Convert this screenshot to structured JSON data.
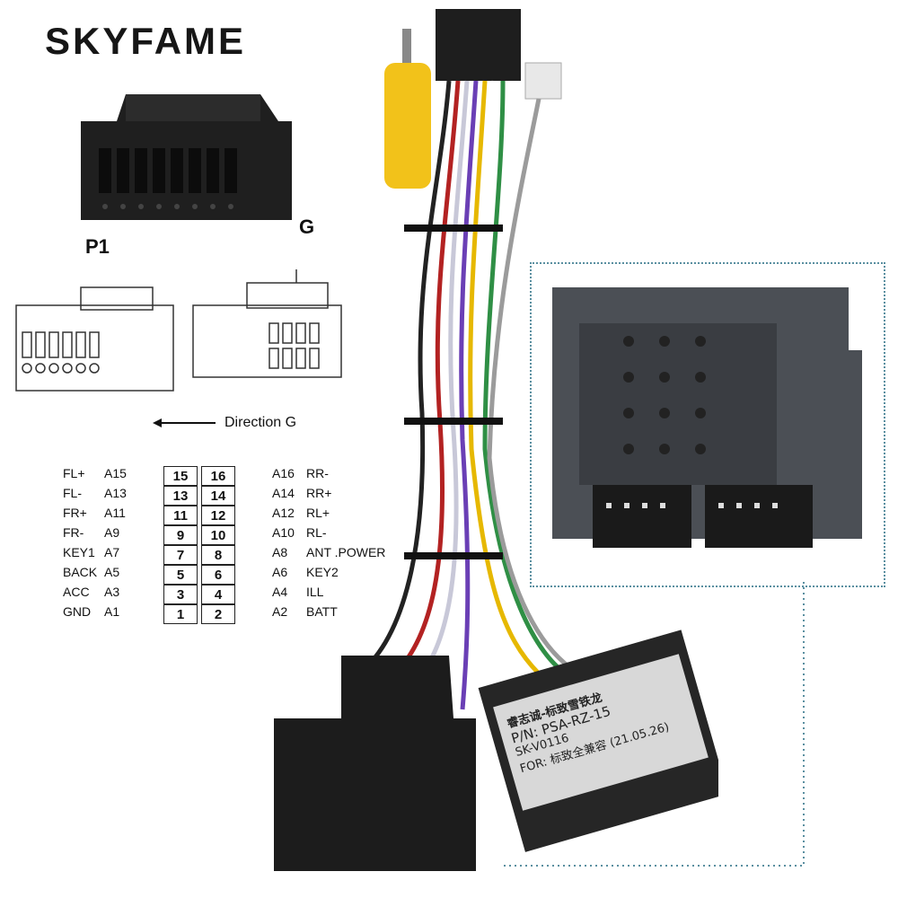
{
  "brand": "SKYFAME",
  "labels": {
    "p1": "P1",
    "g": "G",
    "direction": "Direction G"
  },
  "pinout": {
    "left": [
      {
        "name": "FL+",
        "code": "A15"
      },
      {
        "name": "FL-",
        "code": "A13"
      },
      {
        "name": "FR+",
        "code": "A11"
      },
      {
        "name": "FR-",
        "code": "A9"
      },
      {
        "name": "KEY1",
        "code": "A7"
      },
      {
        "name": "BACK",
        "code": "A5"
      },
      {
        "name": "ACC",
        "code": "A3"
      },
      {
        "name": "GND",
        "code": "A1"
      }
    ],
    "pins": [
      [
        "15",
        "16"
      ],
      [
        "13",
        "14"
      ],
      [
        "11",
        "12"
      ],
      [
        "9",
        "10"
      ],
      [
        "7",
        "8"
      ],
      [
        "5",
        "6"
      ],
      [
        "3",
        "4"
      ],
      [
        "1",
        "2"
      ]
    ],
    "right": [
      {
        "code": "A16",
        "name": "RR-"
      },
      {
        "code": "A14",
        "name": "RR+"
      },
      {
        "code": "A12",
        "name": "RL+"
      },
      {
        "code": "A10",
        "name": "RL-"
      },
      {
        "code": "A8",
        "name": "ANT .POWER"
      },
      {
        "code": "A6",
        "name": "KEY2"
      },
      {
        "code": "A4",
        "name": "ILL"
      },
      {
        "code": "A2",
        "name": "BATT"
      }
    ]
  },
  "module_label": {
    "line1": "睿志诚-标致雪铁龙",
    "line2": "P/N: PSA-RZ-15",
    "line3": "SK-V0116",
    "line4": "FOR: 标致全兼容",
    "line5": "(21.05.26)"
  },
  "colors": {
    "dotted_frame": "#5a8fa0",
    "connector": "#2b2b2b",
    "rca": "#f2c21a"
  }
}
